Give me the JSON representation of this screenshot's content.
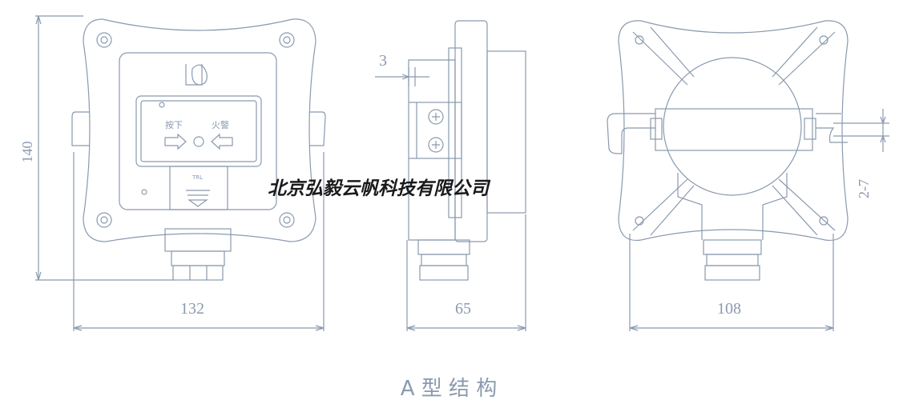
{
  "dimensions": {
    "front_height": "140",
    "front_width": "132",
    "side_depth": "65",
    "rear_width": "108",
    "side_offset": "3",
    "rear_range": "2-7"
  },
  "panel_labels": {
    "press": "按下",
    "fire_alarm": "火警",
    "reset": "TRL"
  },
  "watermark": "北京弘毅云帆科技有限公司",
  "caption": "A 型 结 构",
  "colors": {
    "line": "#8a9aae",
    "watermark": "#1a1a1a"
  }
}
